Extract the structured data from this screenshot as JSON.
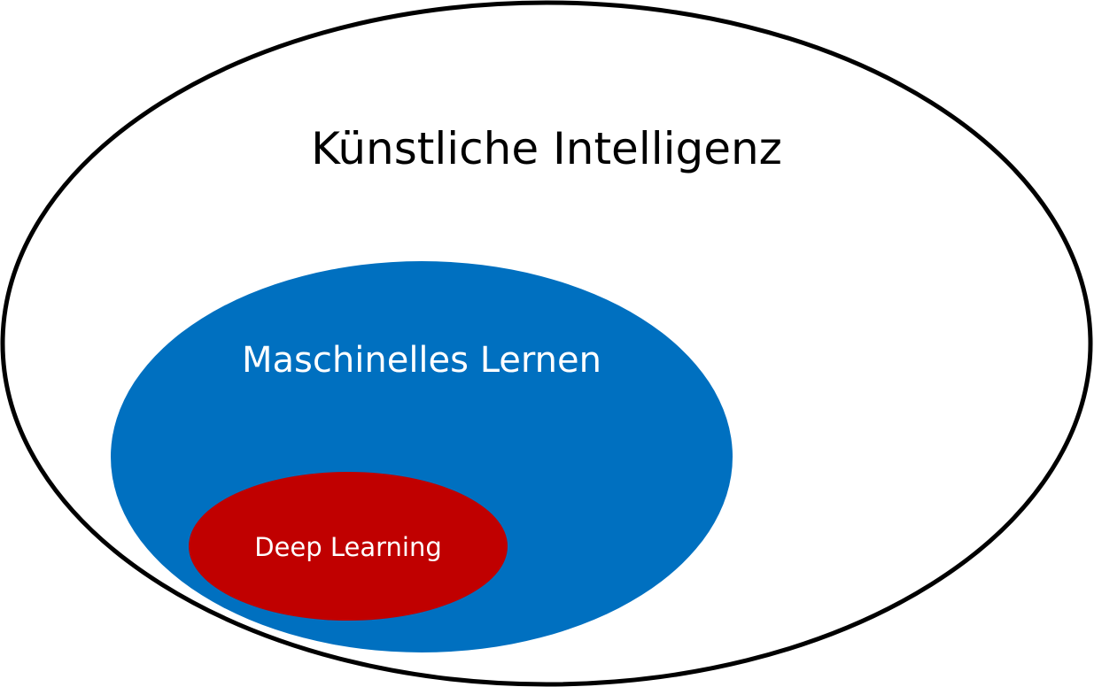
{
  "diagram": {
    "outer": {
      "label": "Künstliche Intelligenz",
      "fill": "#ffffff",
      "stroke": "#000000",
      "text_color": "#000000"
    },
    "middle": {
      "label": "Maschinelles Lernen",
      "fill": "#0070c0",
      "text_color": "#ffffff"
    },
    "inner": {
      "label": "Deep Learning",
      "fill": "#c00000",
      "text_color": "#ffffff"
    }
  }
}
